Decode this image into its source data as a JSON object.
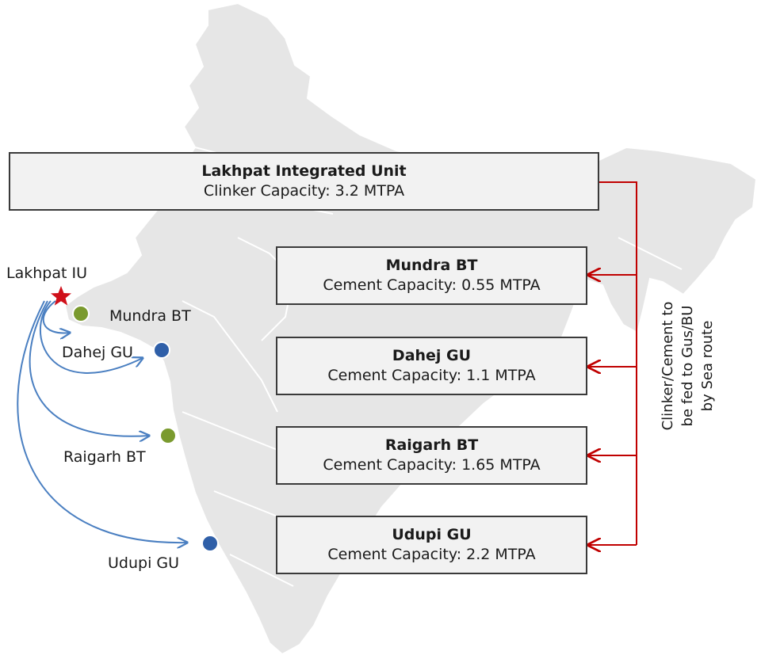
{
  "integrated_unit": {
    "title": "Lakhpat Integrated Unit",
    "capacity": "Clinker Capacity: 3.2 MTPA"
  },
  "units": [
    {
      "title": "Mundra BT",
      "capacity": "Cement Capacity: 0.55 MTPA"
    },
    {
      "title": "Dahej GU",
      "capacity": "Cement Capacity: 1.1  MTPA"
    },
    {
      "title": "Raigarh BT",
      "capacity": "Cement Capacity: 1.65  MTPA"
    },
    {
      "title": "Udupi GU",
      "capacity": "Cement Capacity: 2.2 MTPA"
    }
  ],
  "map_labels": {
    "lakhpat": "Lakhpat IU",
    "mundra": "Mundra BT",
    "dahej": "Dahej GU",
    "raigarh": "Raigarh BT",
    "udupi": "Udupi GU"
  },
  "side_note": {
    "line1": "Clinker/Cement to",
    "line2": "be fed to Gus/BU",
    "line3": "by Sea route"
  },
  "colors": {
    "map_fill": "#e6e6e6",
    "connector": "#c00000",
    "arrow": "#4a7fc1",
    "green_marker": "#7a9a2e",
    "blue_marker": "#2f5fa8",
    "star": "#d0101a"
  }
}
